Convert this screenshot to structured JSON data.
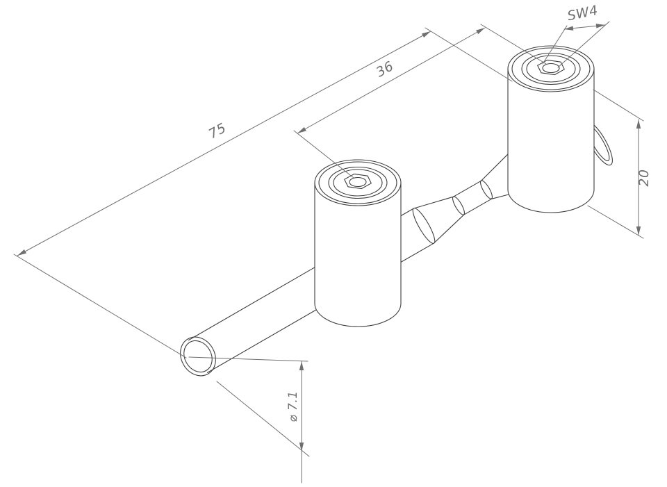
{
  "colors": {
    "background": "#ffffff",
    "part_edge": "#3d3d3d",
    "dimension": "#6f6f6f"
  },
  "annotations": {
    "overall_length": "75",
    "center_distance": "36",
    "hex_socket": "SW4",
    "collar_height": "20",
    "rod_diameter": "⌀ 7.1"
  }
}
